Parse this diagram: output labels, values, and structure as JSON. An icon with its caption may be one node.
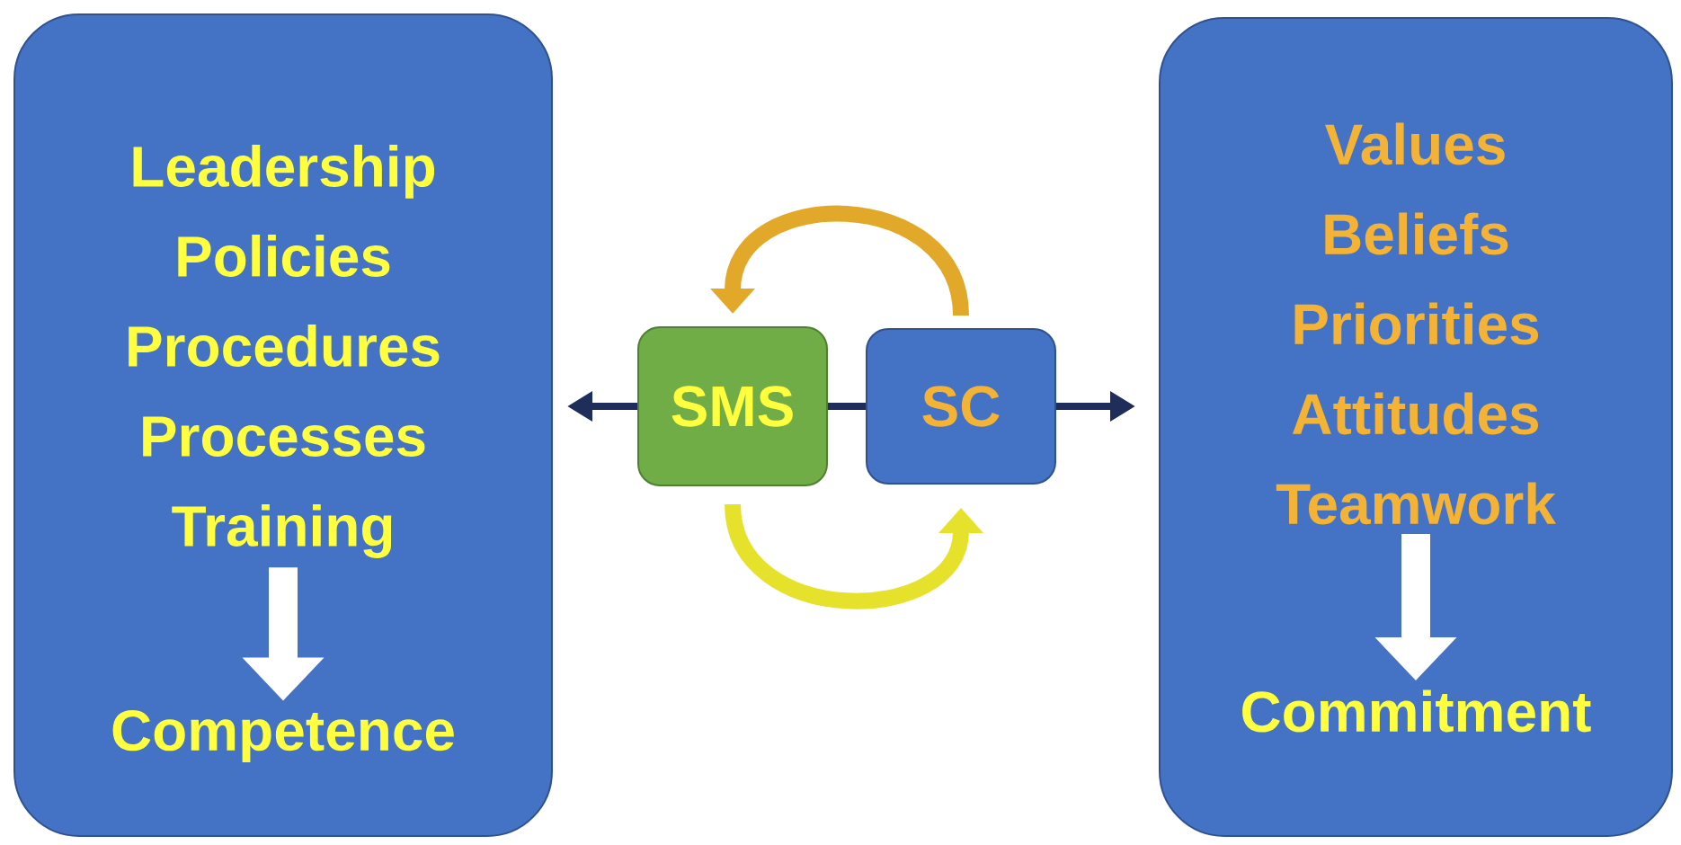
{
  "diagram": {
    "nodes": [
      {
        "text": [],
        "shape": "box"
      },
      {
        "text": [
          "Leadership",
          "Policies",
          "Procedures",
          "Processes",
          "Training"
        ],
        "in": 0
      },
      {
        "text": [
          "Competence"
        ],
        "in": 0
      },
      {
        "text": [
          "SMS"
        ]
      },
      {
        "text": [
          "SC"
        ]
      },
      {
        "text": [],
        "shape": "box"
      },
      {
        "text": [
          "Values",
          "Beliefs",
          "Priorities",
          "Attitudes",
          "Teamwork"
        ],
        "in": 5
      },
      {
        "text": [
          "Commitment"
        ],
        "in": 5
      }
    ],
    "edges": [
      {
        "from": 3,
        "to": 0,
        "arrow": "to"
      },
      {
        "from": 3,
        "to": 4,
        "arrow": "none"
      },
      {
        "from": 4,
        "to": 5,
        "arrow": "to"
      },
      {
        "from": 4,
        "to": 3,
        "arrow": "to",
        "color": "#e2a82a"
      },
      {
        "from": 3,
        "to": 4,
        "arrow": "to",
        "color": "#e6e22c"
      },
      {
        "from": 1,
        "to": 2,
        "arrow": "to",
        "color": "#ffffff"
      },
      {
        "from": 6,
        "to": 7,
        "arrow": "to",
        "color": "#ffffff"
      }
    ]
  }
}
